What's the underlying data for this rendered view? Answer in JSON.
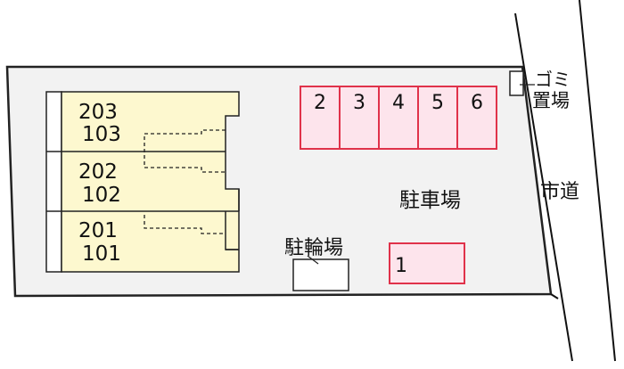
{
  "building": {
    "units": [
      {
        "upper": "203",
        "lower": "103"
      },
      {
        "upper": "202",
        "lower": "102"
      },
      {
        "upper": "201",
        "lower": "101"
      }
    ]
  },
  "parking": {
    "label": "駐車場",
    "slots_row": [
      "2",
      "3",
      "4",
      "5",
      "6"
    ],
    "slot_single": "1"
  },
  "bicycle_parking": {
    "label": "駐輪場"
  },
  "garbage": {
    "label_line1": "ゴミ",
    "label_line2": "置場"
  },
  "road": {
    "label": "市道"
  },
  "colors": {
    "building_fill": "#fdf8cf",
    "parking_fill": "#fde4ec",
    "parking_stroke": "#e0324a",
    "lot_fill": "#f2f2f2"
  }
}
